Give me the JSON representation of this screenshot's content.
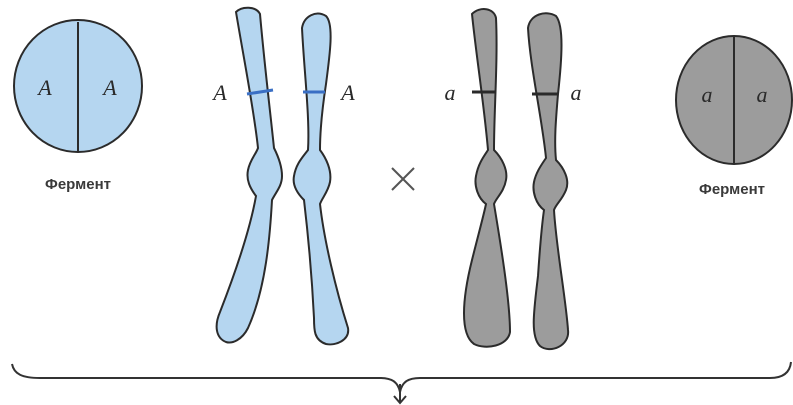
{
  "left_parent": {
    "enzyme_alleles": [
      "A",
      "A"
    ],
    "enzyme_label": "Фермент",
    "chromosome_alleles": [
      "A",
      "A"
    ],
    "fill_color": "#b5d6f0",
    "band_color": "#3a6fc4"
  },
  "cross_symbol": "×",
  "right_parent": {
    "enzyme_alleles": [
      "a",
      "a"
    ],
    "enzyme_label": "Фермент",
    "chromosome_alleles": [
      "a",
      "a"
    ],
    "fill_color": "#9c9c9c",
    "band_color": "#2a2a2a"
  },
  "icons": {
    "bottom": "brace-with-down-arrow-icon"
  }
}
